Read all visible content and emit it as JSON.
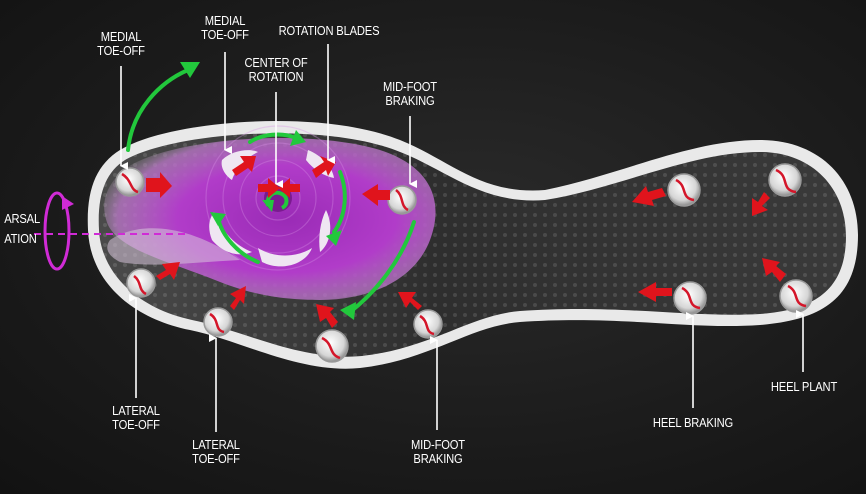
{
  "labels": {
    "medial_toe_off_1": [
      "MEDIAL",
      "TOE-OFF"
    ],
    "medial_toe_off_2": [
      "MEDIAL",
      "TOE-OFF"
    ],
    "rotation_blades": "ROTATION BLADES",
    "center_of_rotation": [
      "CENTER OF",
      "ROTATION"
    ],
    "mid_foot_braking_top": [
      "MID-FOOT",
      "BRAKING"
    ],
    "metatarsal_rotation": [
      "ARSAL",
      "ATION"
    ],
    "lateral_toe_off_1": [
      "LATERAL",
      "TOE-OFF"
    ],
    "lateral_toe_off_2": [
      "LATERAL",
      "TOE-OFF"
    ],
    "mid_foot_braking_bottom": [
      "MID-FOOT",
      "BRAKING"
    ],
    "heel_braking": "HEEL BRAKING",
    "heel_plant": "HEEL PLANT"
  },
  "colors": {
    "background": "#1b1b1b",
    "sole_outline": "#f2f2f2",
    "rotation_zone": "#b13cc9",
    "rotation_arrow": "#22c83c",
    "force_arrow": "#e0141c",
    "stud_ring": "#e8e8e8",
    "stud_line": "#d4162a",
    "callout_line": "#ffffff",
    "metatarsal_axis": "#d02bd6"
  },
  "icons": {
    "force_arrow": "red-arrow-icon",
    "rotation_arrow": "green-curved-arrow-icon",
    "axis_rotation": "magenta-rotation-icon"
  }
}
